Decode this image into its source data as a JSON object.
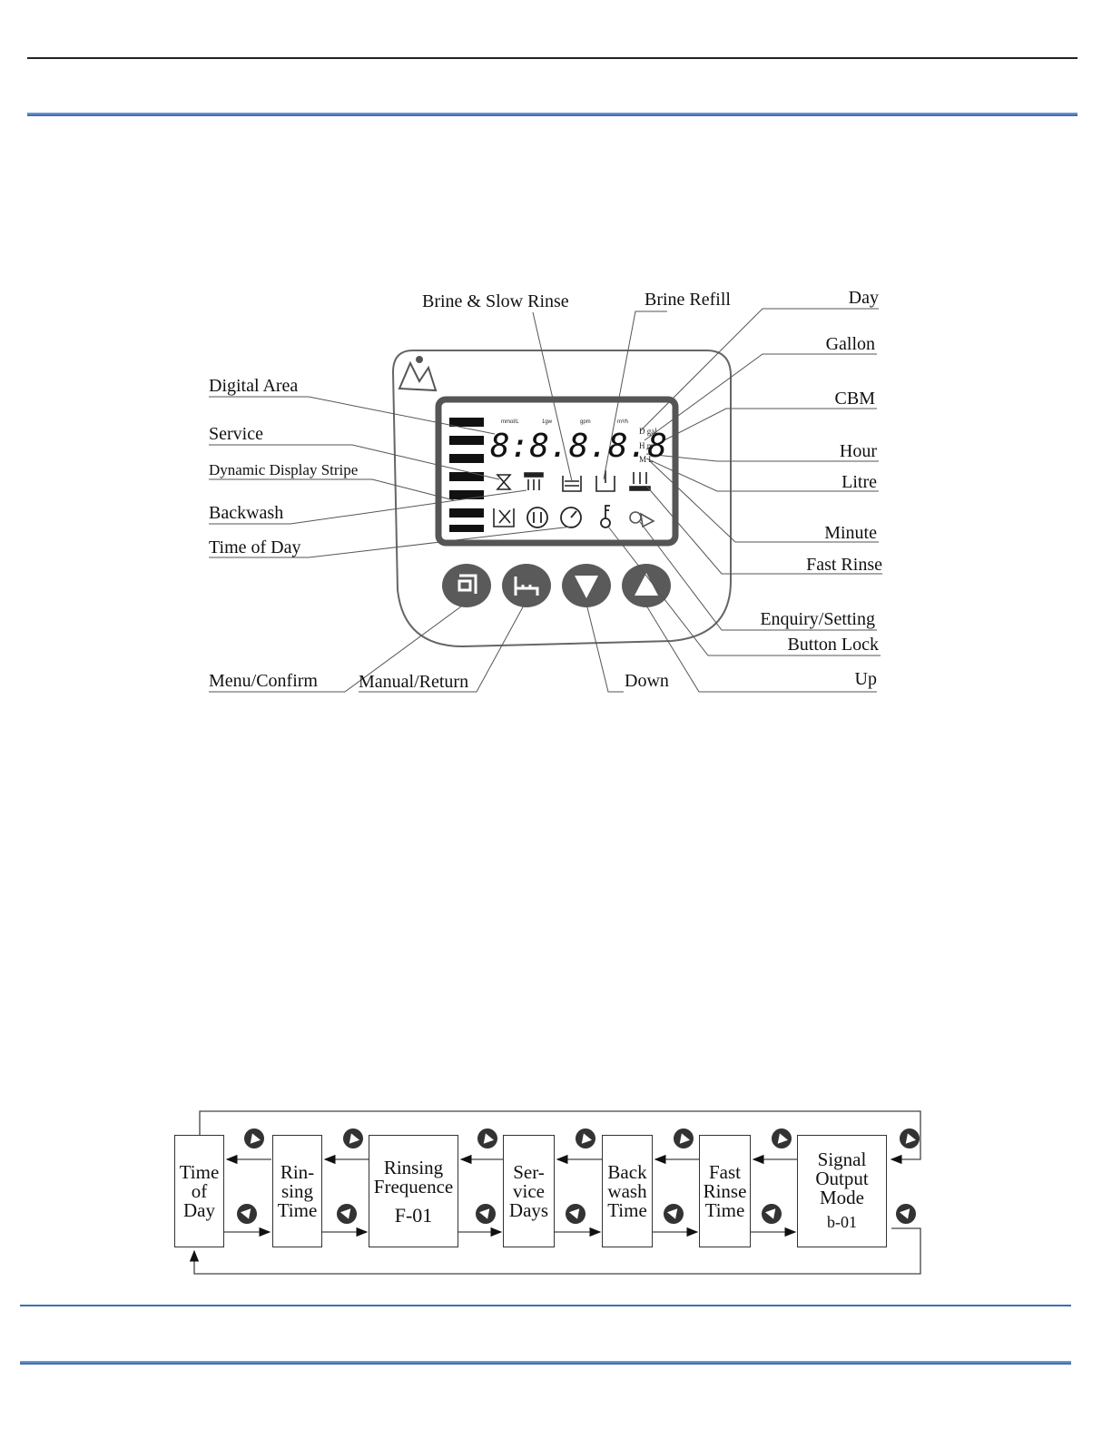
{
  "panel": {
    "labels_left": [
      "Digital Area",
      "Service",
      "Dynamic Display Stripe",
      "Backwash",
      "Time of Day"
    ],
    "labels_top": [
      "Brine & Slow Rinse",
      "Brine Refill"
    ],
    "labels_right": [
      "Day",
      "Gallon",
      "CBM",
      "Hour",
      "Litre",
      "Minute",
      "Fast Rinse",
      "Enquiry/Setting",
      "Button Lock"
    ],
    "labels_bottom": [
      "Menu/Confirm",
      "Manual/Return",
      "Down",
      "Up"
    ],
    "display_digits": "8:8.8.8.8",
    "unit_tags": [
      "mmol/L",
      "1gw",
      "gpm",
      "m³/h"
    ],
    "unit_right": [
      "D gal",
      "H m³",
      "M L"
    ],
    "colors": {
      "button": "#5a5a5a",
      "lcd_frame": "#555555",
      "rule_blue": "#3a6fb5"
    }
  },
  "flow": {
    "steps": [
      {
        "lines": [
          "Time",
          "of",
          "Day"
        ],
        "code": ""
      },
      {
        "lines": [
          "Rin-",
          "sing",
          "Time"
        ],
        "code": ""
      },
      {
        "lines": [
          "Rinsing",
          "Frequence"
        ],
        "code": "F-01"
      },
      {
        "lines": [
          "Ser-",
          "vice",
          "Days"
        ],
        "code": ""
      },
      {
        "lines": [
          "Back",
          "wash",
          "Time"
        ],
        "code": ""
      },
      {
        "lines": [
          "Fast",
          "Rinse",
          "Time"
        ],
        "code": ""
      },
      {
        "lines": [
          "Signal",
          "Output",
          "Mode"
        ],
        "code": "b-01"
      }
    ]
  }
}
